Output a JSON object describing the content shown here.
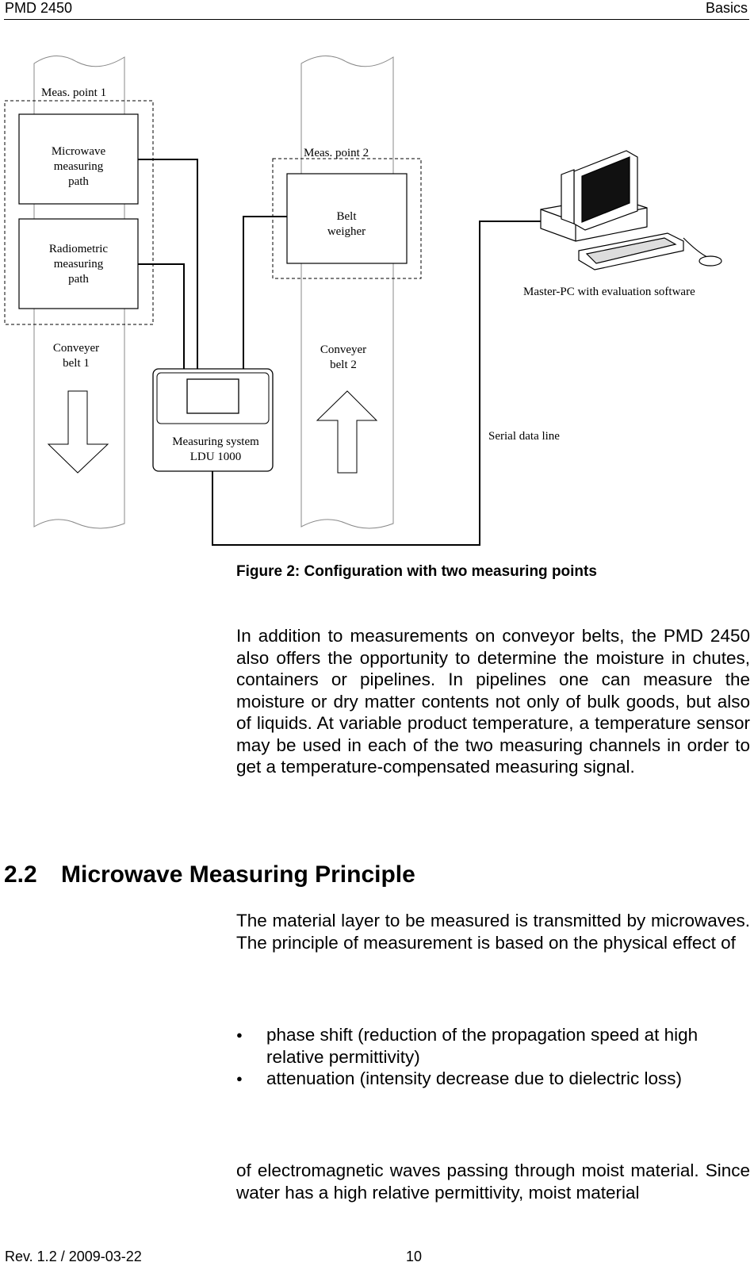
{
  "header": {
    "left": "PMD 2450",
    "right": "Basics"
  },
  "diagram": {
    "meas_point_1": "Meas. point 1",
    "meas_point_2": "Meas. point 2",
    "microwave_path": [
      "Microwave",
      "measuring",
      "path"
    ],
    "radiometric_path": [
      "Radiometric",
      "measuring",
      "path"
    ],
    "belt_weigher": [
      "Belt",
      "weigher"
    ],
    "conveyer_belt_1": [
      "Conveyer",
      "belt 1"
    ],
    "conveyer_belt_2": [
      "Conveyer",
      "belt 2"
    ],
    "measuring_system": [
      "Measuring system",
      "LDU 1000"
    ],
    "master_pc": "Master-PC with evaluation software",
    "serial_line": "Serial data line"
  },
  "figure_caption": "Figure 2: Configuration with two measuring points",
  "paragraph_1": "In addition to measurements on conveyor belts, the PMD 2450 also offers the opportunity to determine the moisture in chutes, containers or pipelines. In pipelines one can measure the moisture or dry matter contents not only of bulk goods, but also of liquids. At variable product temperature, a temperature sensor may be used in each of the two measuring channels in order to get a temperature-compensated measuring signal.",
  "section": {
    "number": "2.2",
    "title": "Microwave Measuring Principle"
  },
  "paragraph_2": "The material layer to be measured is transmitted by microwaves. The principle of measurement is based on the physical effect of",
  "bullets": [
    "phase shift (reduction of the propagation speed at high relative permittivity)",
    "attenuation (intensity decrease due to dielectric loss)"
  ],
  "paragraph_3": "of electromagnetic waves passing through moist material. Since water has a high relative permittivity, moist material",
  "footer": {
    "revision": "Rev. 1.2 / 2009-03-22",
    "page": "10"
  }
}
